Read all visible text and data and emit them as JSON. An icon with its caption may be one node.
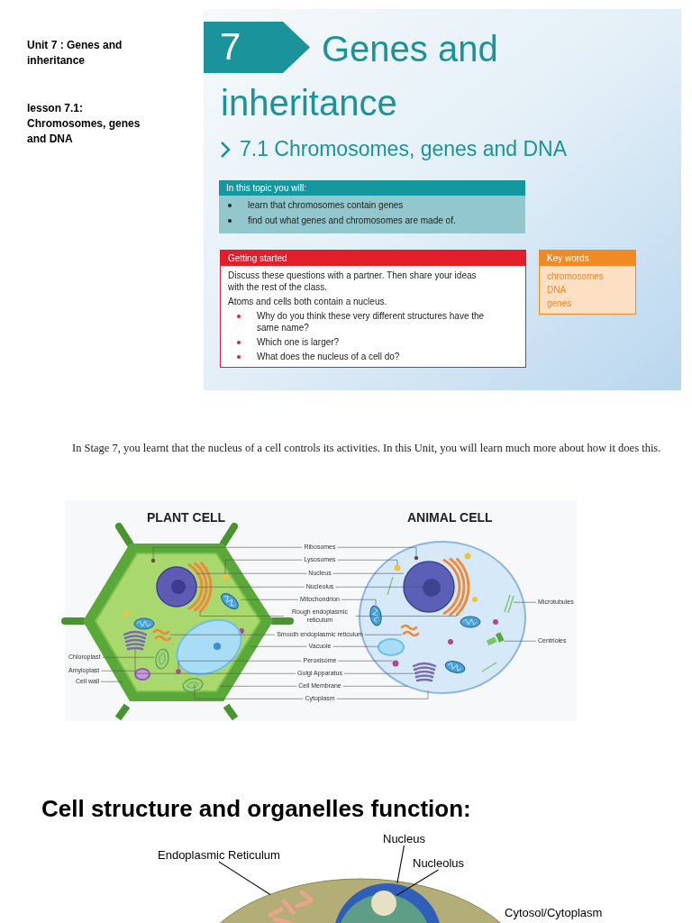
{
  "diagram": {
    "nodes": [
      {
        "text": [
          "7"
        ]
      },
      {
        "text": [
          "In this topic you will:",
          "learn that chromosomes contain genes",
          "find out what genes and chromosomes are made of."
        ]
      },
      {
        "text": [
          "Getting started",
          "Discuss these questions with a partner. Then share your ideas with the rest of the class.",
          "Atoms and cells both contain a nucleus.",
          "Why do you think these very different structures have the same name?",
          "Which one is larger?",
          "What does the nucleus of a cell do?"
        ]
      },
      {
        "text": [
          "Key words",
          "chromosomes",
          "DNA",
          "genes"
        ]
      },
      {
        "text": [
          "Ribosomes"
        ]
      },
      {
        "text": [
          "Lysosomes"
        ]
      },
      {
        "text": [
          "Nucleus"
        ]
      },
      {
        "text": [
          "Nucleolus"
        ]
      },
      {
        "text": [
          "Mitochondrion"
        ]
      },
      {
        "text": [
          "Rough endoplasmic reticulum"
        ]
      },
      {
        "text": [
          "Smooth endoplasmic reticulum"
        ]
      },
      {
        "text": [
          "Vacuole"
        ]
      },
      {
        "text": [
          "Peroxisome"
        ]
      },
      {
        "text": [
          "Golgi Apparatus"
        ]
      },
      {
        "text": [
          "Cell Membrane"
        ]
      },
      {
        "text": [
          "Cytoplasm"
        ]
      },
      {
        "text": [
          "Chloroplast"
        ]
      },
      {
        "text": [
          "Amyloplast"
        ]
      },
      {
        "text": [
          "Cell wall"
        ]
      },
      {
        "text": [
          "Microtubules"
        ]
      },
      {
        "text": [
          "Centrioles"
        ]
      },
      {
        "text": [
          "Endoplasmic Reticulum"
        ]
      },
      {
        "text": [
          "Nucleus"
        ]
      },
      {
        "text": [
          "Nucleolus"
        ]
      },
      {
        "text": [],
        "shape": "hexagon"
      },
      {
        "text": [],
        "shape": "hexagon",
        "in": 24
      },
      {
        "text": [],
        "shape": "circle",
        "in": 25
      },
      {
        "text": [],
        "shape": "circle",
        "in": 25
      },
      {
        "text": [],
        "shape": "circle",
        "in": 25
      },
      {
        "text": [],
        "shape": "circle",
        "in": 28
      },
      {
        "text": [],
        "shape": "picture",
        "in": 25
      },
      {
        "text": [],
        "shape": "picture",
        "in": 25
      },
      {
        "text": [],
        "shape": "picture",
        "in": 25
      },
      {
        "text": [],
        "shape": "ellipse",
        "in": 25
      },
      {
        "text": [],
        "shape": "circle",
        "in": 25
      },
      {
        "text": [],
        "shape": "picture",
        "in": 25
      },
      {
        "text": [],
        "shape": "picture",
        "in": 25
      },
      {
        "text": [],
        "shape": "ellipse",
        "in": 25
      },
      {
        "text": [],
        "shape": "ellipse"
      },
      {
        "text": [],
        "shape": "circle",
        "in": 38
      },
      {
        "text": [],
        "shape": "circle",
        "in": 38
      },
      {
        "text": [],
        "shape": "circle",
        "in": 38
      },
      {
        "text": [],
        "shape": "circle",
        "in": 41
      },
      {
        "text": [],
        "shape": "picture",
        "in": 38
      },
      {
        "text": [],
        "shape": "picture",
        "in": 38
      },
      {
        "text": [],
        "shape": "picture",
        "in": 38
      },
      {
        "text": [],
        "shape": "ellipse",
        "in": 38
      },
      {
        "text": [],
        "shape": "circle",
        "in": 38
      },
      {
        "text": [],
        "shape": "picture",
        "in": 38
      },
      {
        "text": [],
        "shape": "picture",
        "in": 38
      },
      {
        "text": [],
        "shape": "picture",
        "in": 38
      },
      {
        "text": [],
        "shape": "picture"
      },
      {
        "text": [],
        "shape": "circle"
      },
      {
        "text": [],
        "shape": "circle",
        "in": 52
      }
    ],
    "edges": [
      {
        "from": 4,
        "to": 26,
        "arrow": "none"
      },
      {
        "from": 4,
        "to": 39,
        "arrow": "none"
      },
      {
        "from": 5,
        "to": 27,
        "arrow": "none"
      },
      {
        "from": 5,
        "to": 40,
        "arrow": "none"
      },
      {
        "from": 6,
        "to": 28,
        "arrow": "none"
      },
      {
        "from": 6,
        "to": 41,
        "arrow": "none"
      },
      {
        "from": 7,
        "to": 29,
        "arrow": "none"
      },
      {
        "from": 7,
        "to": 42,
        "arrow": "none"
      },
      {
        "from": 8,
        "to": 30,
        "arrow": "none"
      },
      {
        "from": 8,
        "to": 43,
        "arrow": "none"
      },
      {
        "from": 9,
        "to": 31,
        "arrow": "none"
      },
      {
        "from": 9,
        "to": 44,
        "arrow": "none"
      },
      {
        "from": 10,
        "to": 32,
        "arrow": "none"
      },
      {
        "from": 10,
        "to": 45,
        "arrow": "none"
      },
      {
        "from": 11,
        "to": 33,
        "arrow": "none"
      },
      {
        "from": 11,
        "to": 46,
        "arrow": "none"
      },
      {
        "from": 12,
        "to": 34,
        "arrow": "none"
      },
      {
        "from": 12,
        "to": 47,
        "arrow": "none"
      },
      {
        "from": 13,
        "to": 35,
        "arrow": "none"
      },
      {
        "from": 13,
        "to": 48,
        "arrow": "none"
      },
      {
        "from": 14,
        "to": 25,
        "arrow": "none"
      },
      {
        "from": 14,
        "to": 38,
        "arrow": "none"
      },
      {
        "from": 15,
        "to": 25,
        "arrow": "none"
      },
      {
        "from": 15,
        "to": 38,
        "arrow": "none"
      },
      {
        "from": 16,
        "to": 36,
        "arrow": "none"
      },
      {
        "from": 17,
        "to": 37,
        "arrow": "none"
      },
      {
        "from": 18,
        "to": 24,
        "arrow": "none"
      },
      {
        "from": 19,
        "to": 49,
        "arrow": "none"
      },
      {
        "from": 20,
        "to": 50,
        "arrow": "none"
      },
      {
        "from": 21,
        "to": 51,
        "arrow": "none"
      },
      {
        "from": 22,
        "to": 52,
        "arrow": "none"
      },
      {
        "from": 23,
        "to": 53,
        "arrow": "none"
      }
    ],
    "labels": [
      "Unit 7 : Genes and inheritance",
      "lesson 7.1: Chromosomes, genes and DNA",
      "Genes and inheritance",
      "7.1 Chromosomes, genes and DNA",
      "In Stage 7, you learnt that the nucleus of a cell controls its activities. In this Unit, you will learn much more about how it does this.",
      "PLANT CELL",
      "ANIMAL CELL",
      "Cell structure and organelles function:",
      "Cytosol/Cytoplasm"
    ]
  }
}
